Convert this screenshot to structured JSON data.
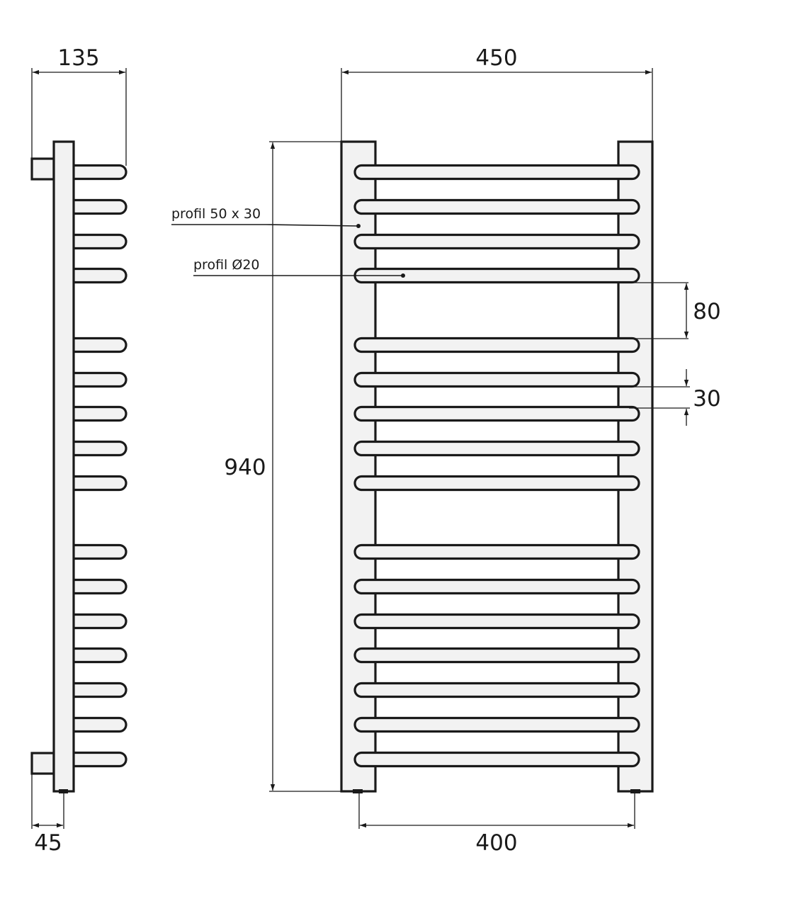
{
  "dimensions": {
    "side_depth": "135",
    "side_mount": "45",
    "front_width": "450",
    "front_height": "940",
    "axis_spacing": "400",
    "group_gap": "80",
    "bar_gap": "30"
  },
  "callouts": {
    "profile_frame": "profil 50 x 30",
    "profile_bar": "profil Ø20"
  },
  "colors": {
    "line": "#1a1a1a",
    "fill": "#f2f2f2"
  }
}
